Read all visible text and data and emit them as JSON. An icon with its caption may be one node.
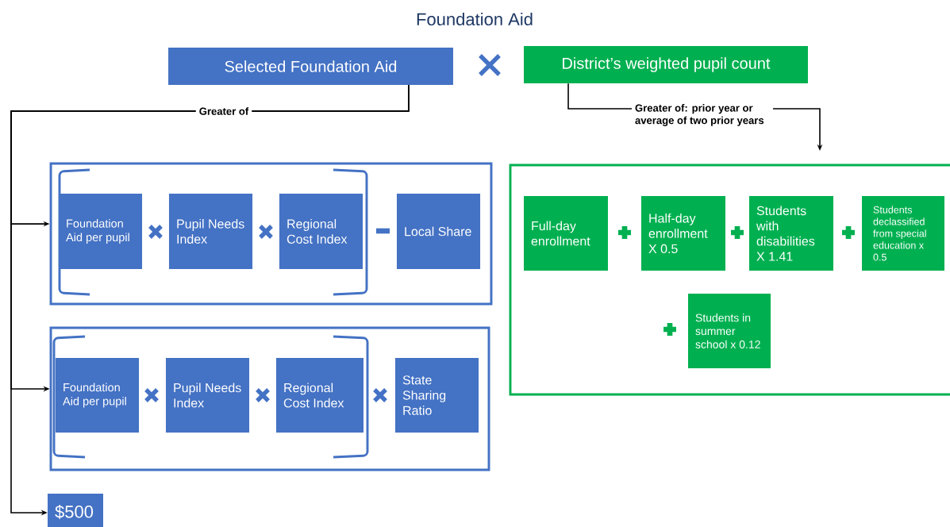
{
  "diagram": {
    "title": "Foundation Aid",
    "nodes": [
      {
        "text": [
          "Selected Foundation Aid"
        ]
      },
      {
        "text": [
          "District’s weighted pupil count"
        ]
      },
      {
        "text": [],
        "shape": "box"
      },
      {
        "text": [
          "Foundation Aid per pupil"
        ],
        "in": 2
      },
      {
        "text": [
          "Pupil Needs Index"
        ],
        "in": 2
      },
      {
        "text": [
          "Regional Cost Index"
        ],
        "in": 2
      },
      {
        "text": [
          "Local Share"
        ],
        "in": 2
      },
      {
        "text": [],
        "shape": "box"
      },
      {
        "text": [
          "Foundation Aid per pupil"
        ],
        "in": 7
      },
      {
        "text": [
          "Pupil Needs Index"
        ],
        "in": 7
      },
      {
        "text": [
          "Regional Cost Index"
        ],
        "in": 7
      },
      {
        "text": [
          "State Sharing Ratio"
        ],
        "in": 7
      },
      {
        "text": [
          "$500"
        ]
      },
      {
        "text": [],
        "shape": "box"
      },
      {
        "text": [
          "Full-day enrollment"
        ],
        "in": 13
      },
      {
        "text": [
          "Half-day enrollment X 0.5"
        ],
        "in": 13
      },
      {
        "text": [
          "Students with disabilities X 1.41"
        ],
        "in": 13
      },
      {
        "text": [
          "Students declassified from special education x 0.5"
        ],
        "in": 13
      },
      {
        "text": [
          "Students in summer school x 0.12"
        ],
        "in": 13
      }
    ],
    "edges": [
      {
        "from": 0,
        "to": 2,
        "arrow": "to",
        "label": "Greater of"
      },
      {
        "from": 0,
        "to": 7,
        "arrow": "to"
      },
      {
        "from": 0,
        "to": 12,
        "arrow": "to"
      },
      {
        "from": 1,
        "to": 13,
        "arrow": "to",
        "label": "Greater of: prior year or average of two prior years"
      }
    ]
  }
}
